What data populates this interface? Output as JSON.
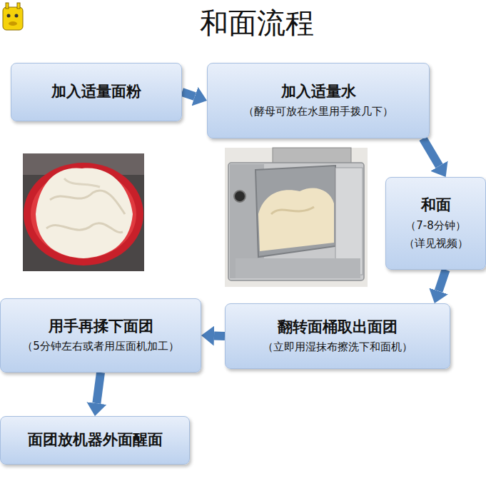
{
  "diagram": {
    "title": "和面流程",
    "nodes": [
      {
        "text": [
          "加入适量面粉"
        ]
      },
      {
        "text": [
          "加入适量水",
          "（酵母可放在水里用手拨几下）"
        ]
      },
      {
        "text": [
          "和面",
          "（7-8分钟）",
          "（详见视频）"
        ]
      },
      {
        "text": [
          "翻转面桶取出面团",
          "（立即用湿抹布擦洗下和面机）"
        ]
      },
      {
        "text": [
          "用手再揉下面团",
          "（5分钟左右或者用压面机加工）"
        ]
      },
      {
        "text": [
          "面团放机器外面醒面"
        ]
      }
    ],
    "edges": [
      {
        "from": 0,
        "to": 1,
        "arrow": "to"
      },
      {
        "from": 1,
        "to": 2,
        "arrow": "to"
      },
      {
        "from": 2,
        "to": 3,
        "arrow": "to"
      },
      {
        "from": 3,
        "to": 4,
        "arrow": "to"
      },
      {
        "from": 4,
        "to": 5,
        "arrow": "to"
      }
    ]
  }
}
